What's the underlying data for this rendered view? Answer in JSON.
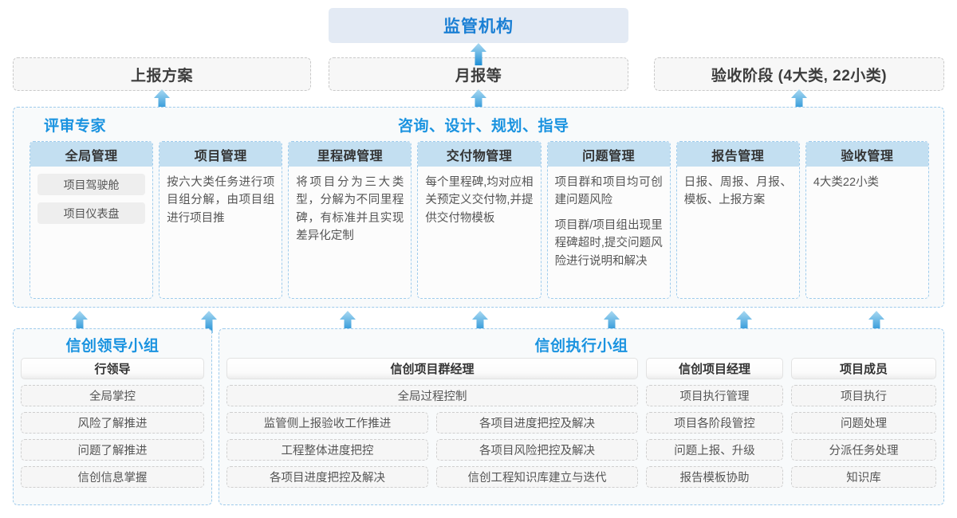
{
  "top": {
    "main_box": "监管机构",
    "report_boxes": [
      "上报方案",
      "月报等",
      "验收阶段 (4大类, 22小类)"
    ]
  },
  "middle": {
    "band_titles": [
      "评审专家",
      "咨询、设计、规划、指导"
    ],
    "cards": [
      {
        "header": "全局管理",
        "chips": [
          "项目驾驶舱",
          "项目仪表盘"
        ],
        "paragraphs": []
      },
      {
        "header": "项目管理",
        "chips": [],
        "paragraphs": [
          "按六大类任务进行项目组分解，由项目组进行项目推"
        ]
      },
      {
        "header": "里程碑管理",
        "chips": [],
        "paragraphs": [
          "将项目分为三大类型，分解为不同里程碑，有标准并且实现差异化定制"
        ]
      },
      {
        "header": "交付物管理",
        "chips": [],
        "paragraphs": [
          "每个里程碑,均对应相关预定义交付物,并提供交付物模板"
        ]
      },
      {
        "header": "问题管理",
        "chips": [],
        "paragraphs": [
          "项目群和项目均可创建问题风险",
          "项目群/项目组出现里程碑超时,提交问题风险进行说明和解决"
        ]
      },
      {
        "header": "报告管理",
        "chips": [],
        "paragraphs": [
          "日报、周报、月报、模板、上报方案"
        ]
      },
      {
        "header": "验收管理",
        "chips": [],
        "paragraphs": [
          "4大类22小类"
        ]
      }
    ]
  },
  "bottom": {
    "leader_group": {
      "title": "信创领导小组",
      "role": "行领导",
      "tasks": [
        "全局掌控",
        "风险了解推进",
        "问题了解推进",
        "信创信息掌握"
      ]
    },
    "exec_group": {
      "title": "信创执行小组",
      "program_manager": {
        "role": "信创项目群经理",
        "full_task": "全局过程控制",
        "left_tasks": [
          "监管侧上报验收工作推进",
          "工程整体进度把控",
          "各项目进度把控及解决"
        ],
        "right_tasks": [
          "各项目进度把控及解决",
          "各项目风险把控及解决",
          "信创工程知识库建立与迭代"
        ]
      },
      "project_manager": {
        "role": "信创项目经理",
        "tasks": [
          "项目执行管理",
          "项目各阶段管控",
          "问题上报、升级",
          "报告模板协助"
        ]
      },
      "project_member": {
        "role": "项目成员",
        "tasks": [
          "项目执行",
          "问题处理",
          "分派任务处理",
          "知识库"
        ]
      }
    }
  },
  "arrows": {
    "icon": "arrow-up-icon",
    "color_top": "#a9d9f2",
    "color_bottom": "#1f8fd6"
  },
  "colors": {
    "accent_blue": "#1a93e0",
    "header_blue": "#c3dff1",
    "top_box_bg": "#e3eaf4"
  }
}
